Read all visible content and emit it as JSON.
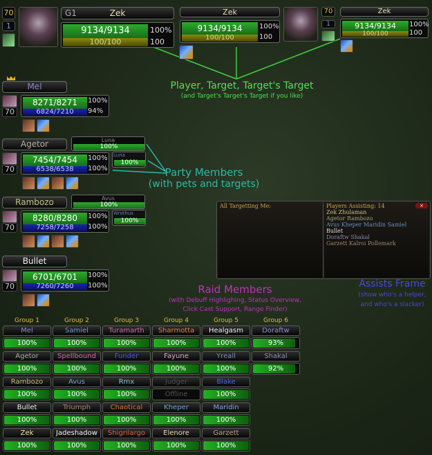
{
  "colors": {
    "annotation_green": "#50e050",
    "annotation_teal": "#30b8a8",
    "annotation_magenta": "#c030c0",
    "annotation_blue": "#4848e0"
  },
  "player": {
    "level": "70",
    "group_num": "1",
    "group": "G1",
    "name": "Zek",
    "hp": "9134/9134",
    "hp_pct": "100%",
    "energy": "100/100",
    "energy_val": "100"
  },
  "target": {
    "name": "Zek",
    "hp": "9134/9134",
    "hp_pct": "100%",
    "energy": "100/100",
    "energy_val": "100",
    "level": "70",
    "rank": "1"
  },
  "tot": {
    "name": "Zek",
    "hp": "9134/9134",
    "hp_pct": "100%",
    "energy": "100/100",
    "energy_val": "100"
  },
  "annotations": {
    "unit_title": "Player, Target, Target's Target",
    "unit_sub": "(and Target's Target's Target if you like)",
    "party_title": "Party Members",
    "party_sub": "(with pets and targets)",
    "raid_title": "Raid Members",
    "raid_sub1": "(with Debuff Highlighing, Status Overview,",
    "raid_sub2": "Click Cast Support, Range Finder)",
    "assist_title": "Assists Frame",
    "assist_sub1": "(show who's a helper,",
    "assist_sub2": "and who's a slacker)"
  },
  "party": [
    {
      "name": "Mel",
      "level": "70",
      "hp": "8271/8271",
      "hp_pct": "100%",
      "mana": "6824/7210",
      "mana_pct": "94%",
      "buffs": 2,
      "leader": true
    },
    {
      "name": "Agetor",
      "level": "70",
      "hp": "7454/7454",
      "hp_pct": "100%",
      "mana": "6538/6538",
      "mana_pct": "100%",
      "buffs": 4,
      "pet": {
        "name": "Luna",
        "pct": "100%"
      },
      "pet_target": {
        "name": "Luna",
        "pct": "100%"
      }
    },
    {
      "name": "Rambozo",
      "level": "70",
      "hp": "8280/8280",
      "hp_pct": "100%",
      "mana": "7258/7258",
      "mana_pct": "100%",
      "buffs": 4,
      "pet": {
        "name": "Avus",
        "pct": "100%"
      },
      "pet_target": {
        "name": "Wrothus",
        "pct": "100%"
      }
    },
    {
      "name": "Bullet",
      "level": "70",
      "hp": "6701/6701",
      "hp_pct": "100%",
      "mana": "7260/7260",
      "mana_pct": "100%",
      "buffs": 2
    }
  ],
  "assists": {
    "left_title": "All Targetting Me:",
    "right_title": "Players Assisting: 14",
    "lines": [
      {
        "text": "Zek Zhulaman",
        "color": "#c8c080"
      },
      {
        "text": "Agetor Rambozo",
        "color": "#a0a080"
      },
      {
        "text": "Avus Kheper Maridin Samiel",
        "color": "#6890c0"
      },
      {
        "text": "Bullet",
        "color": "#e0e0e0"
      },
      {
        "text": "Doraftw Shakal",
        "color": "#8888b0"
      },
      {
        "text": "Garzett Kalroi Pollemark",
        "color": "#a08868"
      }
    ]
  },
  "raid": {
    "groups": [
      {
        "label": "Group 1",
        "members": [
          {
            "name": "Mel",
            "pct": "100%",
            "color": "#8c88d0",
            "fill": 100
          },
          {
            "name": "Agetor",
            "pct": "100%",
            "color": "#b0b0a8",
            "fill": 100
          },
          {
            "name": "Rambozo",
            "pct": "100%",
            "color": "#c0c080",
            "fill": 100
          },
          {
            "name": "Bullet",
            "pct": "100%",
            "color": "#f0f0f0",
            "fill": 100
          },
          {
            "name": "Zek",
            "pct": "100%",
            "color": "#f0e8b0",
            "fill": 100
          }
        ]
      },
      {
        "label": "Group 2",
        "members": [
          {
            "name": "Samiel",
            "pct": "100%",
            "color": "#7898d0",
            "fill": 100
          },
          {
            "name": "Spellbound",
            "pct": "100%",
            "color": "#d070a8",
            "fill": 100
          },
          {
            "name": "Avus",
            "pct": "100%",
            "color": "#70a0d8",
            "fill": 100
          },
          {
            "name": "Triumph",
            "pct": "100%",
            "color": "#b08070",
            "fill": 100
          },
          {
            "name": "Jadeshadow",
            "pct": "100%",
            "color": "#f0f0f0",
            "fill": 100
          }
        ]
      },
      {
        "label": "Group 3",
        "members": [
          {
            "name": "Turamarth",
            "pct": "100%",
            "color": "#d070a8",
            "fill": 100
          },
          {
            "name": "Funder",
            "pct": "100%",
            "color": "#4858d8",
            "fill": 100
          },
          {
            "name": "Rmx",
            "pct": "100%",
            "color": "#90c0d8",
            "fill": 100
          },
          {
            "name": "Chaotical",
            "pct": "100%",
            "color": "#e07040",
            "fill": 100
          },
          {
            "name": "Shigrilargo",
            "pct": "100%",
            "color": "#e06040",
            "fill": 100
          }
        ]
      },
      {
        "label": "Group 4",
        "members": [
          {
            "name": "Sharmotta",
            "pct": "100%",
            "color": "#e08040",
            "fill": 100
          },
          {
            "name": "Fayune",
            "pct": "100%",
            "color": "#d8a8c8",
            "fill": 100
          },
          {
            "name": "Judger",
            "pct": "Offline",
            "color": "#505050",
            "fill": 0
          },
          {
            "name": "Kheper",
            "pct": "100%",
            "color": "#70a0d8",
            "fill": 100
          },
          {
            "name": "Elenore",
            "pct": "100%",
            "color": "#e8d8b0",
            "fill": 100
          }
        ]
      },
      {
        "label": "Group 5",
        "members": [
          {
            "name": "Healgasm",
            "pct": "100%",
            "color": "#f0f0f0",
            "fill": 100
          },
          {
            "name": "Yreall",
            "pct": "100%",
            "color": "#8090b8",
            "fill": 100
          },
          {
            "name": "Blake",
            "pct": "100%",
            "color": "#4868d8",
            "fill": 100
          },
          {
            "name": "Maridin",
            "pct": "100%",
            "color": "#80a8e8",
            "fill": 100
          },
          {
            "name": "Garzett",
            "pct": "100%",
            "color": "#c0a080",
            "fill": 100
          }
        ]
      },
      {
        "label": "Group 6",
        "members": [
          {
            "name": "Doraftw",
            "pct": "93%",
            "color": "#9090c8",
            "fill": 93
          },
          {
            "name": "Shakal",
            "pct": "92%",
            "color": "#9090b8",
            "fill": 92
          }
        ]
      }
    ]
  }
}
